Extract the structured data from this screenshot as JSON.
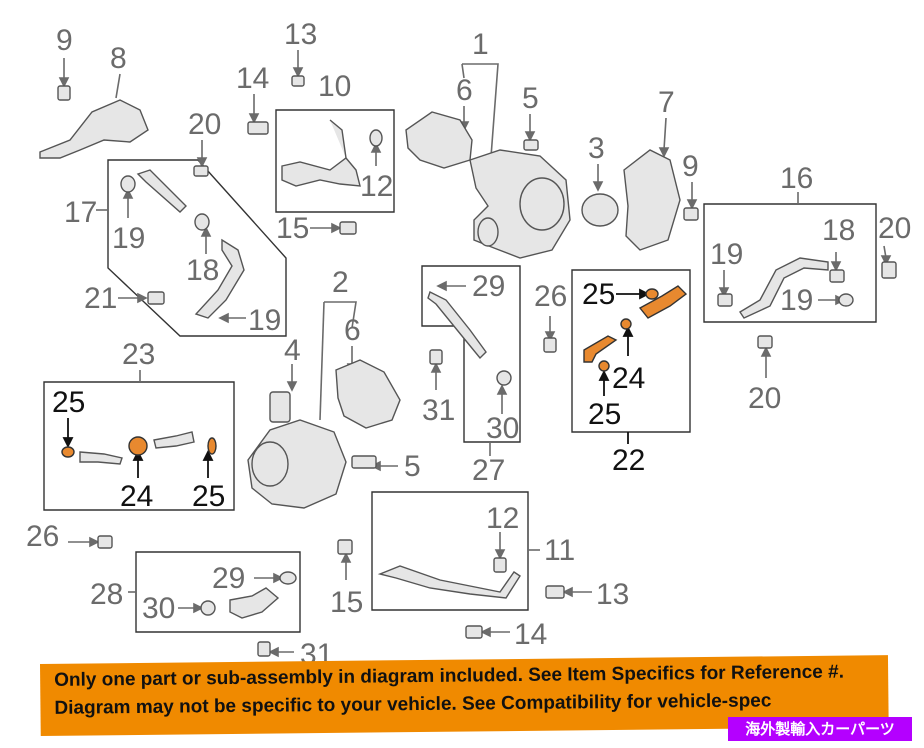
{
  "diagram": {
    "callouts": [
      {
        "id": "c1",
        "label": "1"
      },
      {
        "id": "c2",
        "label": "2"
      },
      {
        "id": "c3",
        "label": "3"
      },
      {
        "id": "c4",
        "label": "4"
      },
      {
        "id": "c5a",
        "label": "5"
      },
      {
        "id": "c5b",
        "label": "5"
      },
      {
        "id": "c6a",
        "label": "6"
      },
      {
        "id": "c6b",
        "label": "6"
      },
      {
        "id": "c7",
        "label": "7"
      },
      {
        "id": "c8",
        "label": "8"
      },
      {
        "id": "c9a",
        "label": "9"
      },
      {
        "id": "c9b",
        "label": "9"
      },
      {
        "id": "c10",
        "label": "10"
      },
      {
        "id": "c11",
        "label": "11"
      },
      {
        "id": "c12a",
        "label": "12"
      },
      {
        "id": "c12b",
        "label": "12"
      },
      {
        "id": "c13a",
        "label": "13"
      },
      {
        "id": "c13b",
        "label": "13"
      },
      {
        "id": "c14a",
        "label": "14"
      },
      {
        "id": "c14b",
        "label": "14"
      },
      {
        "id": "c15a",
        "label": "15"
      },
      {
        "id": "c15b",
        "label": "15"
      },
      {
        "id": "c16",
        "label": "16"
      },
      {
        "id": "c17",
        "label": "17"
      },
      {
        "id": "c18a",
        "label": "18"
      },
      {
        "id": "c18b",
        "label": "18"
      },
      {
        "id": "c19a",
        "label": "19"
      },
      {
        "id": "c19b",
        "label": "19"
      },
      {
        "id": "c19c",
        "label": "19"
      },
      {
        "id": "c19d",
        "label": "19"
      },
      {
        "id": "c20a",
        "label": "20"
      },
      {
        "id": "c20b",
        "label": "20"
      },
      {
        "id": "c20c",
        "label": "20"
      },
      {
        "id": "c21",
        "label": "21"
      },
      {
        "id": "c22",
        "label": "22"
      },
      {
        "id": "c23",
        "label": "23"
      },
      {
        "id": "c24a",
        "label": "24"
      },
      {
        "id": "c24b",
        "label": "24"
      },
      {
        "id": "c25a",
        "label": "25"
      },
      {
        "id": "c25b",
        "label": "25"
      },
      {
        "id": "c25c",
        "label": "25"
      },
      {
        "id": "c25d",
        "label": "25"
      },
      {
        "id": "c26a",
        "label": "26"
      },
      {
        "id": "c26b",
        "label": "26"
      },
      {
        "id": "c27",
        "label": "27"
      },
      {
        "id": "c28",
        "label": "28"
      },
      {
        "id": "c29a",
        "label": "29"
      },
      {
        "id": "c29b",
        "label": "29"
      },
      {
        "id": "c30a",
        "label": "30"
      },
      {
        "id": "c30b",
        "label": "30"
      },
      {
        "id": "c31a",
        "label": "31"
      },
      {
        "id": "c31b",
        "label": "31"
      }
    ]
  },
  "colors": {
    "highlight_part": "#e8892f",
    "banner": "#f08a00",
    "badge": "#b400ff"
  },
  "banner": {
    "line1": "Only one part or sub-assembly in diagram included. See Item Specifics for Reference #.",
    "line2": "Diagram may not be specific to your vehicle. See Compatibility for vehicle-spec"
  },
  "badge": {
    "text": "海外製輸入カーパーツ"
  }
}
